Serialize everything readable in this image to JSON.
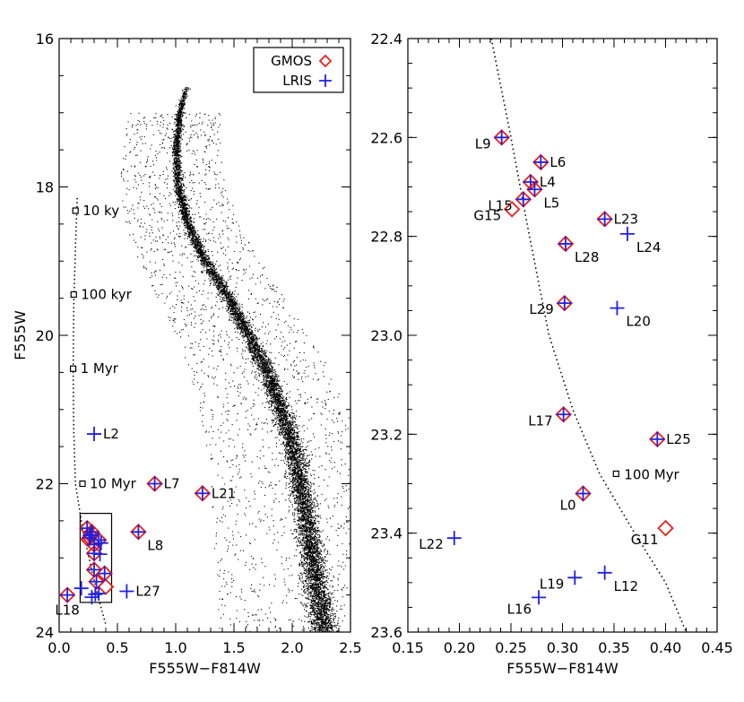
{
  "chart_data": [
    {
      "type": "scatter",
      "panel": "left",
      "xlabel": "F555W−F814W",
      "ylabel": "F555W",
      "xlim": [
        0.0,
        2.5
      ],
      "ylim": [
        24,
        16
      ],
      "y_inverted": true,
      "xticks": [
        "0.0",
        "0.5",
        "1.0",
        "1.5",
        "2.0",
        "2.5"
      ],
      "yticks": [
        "16",
        "18",
        "20",
        "22",
        "24"
      ],
      "legend": {
        "placement": "top-right",
        "entries": [
          {
            "label": "GMOS",
            "symbol": "diamond",
            "color": "#e8201a"
          },
          {
            "label": "LRIS",
            "symbol": "plus",
            "color": "#2020e0"
          }
        ]
      },
      "isochrone": [
        {
          "x": 0.155,
          "y": 18.15
        },
        {
          "x": 0.14,
          "y": 18.8
        },
        {
          "x": 0.125,
          "y": 19.6
        },
        {
          "x": 0.12,
          "y": 20.5
        },
        {
          "x": 0.125,
          "y": 21.3
        },
        {
          "x": 0.14,
          "y": 22.0
        },
        {
          "x": 0.2,
          "y": 22.6
        },
        {
          "x": 0.27,
          "y": 23.1
        },
        {
          "x": 0.33,
          "y": 23.5
        },
        {
          "x": 0.4,
          "y": 23.9
        }
      ],
      "age_markers": [
        {
          "label": "10 ky",
          "x": 0.14,
          "y": 18.32
        },
        {
          "label": "100 kyr",
          "x": 0.125,
          "y": 19.45
        },
        {
          "label": "1 Myr",
          "x": 0.12,
          "y": 20.45
        },
        {
          "label": "10 Myr",
          "x": 0.2,
          "y": 22.0
        }
      ],
      "main_sequence_ridge": [
        {
          "x": 1.1,
          "y": 16.6
        },
        {
          "x": 1.03,
          "y": 17.0
        },
        {
          "x": 1.0,
          "y": 17.5
        },
        {
          "x": 1.02,
          "y": 18.0
        },
        {
          "x": 1.1,
          "y": 18.5
        },
        {
          "x": 1.25,
          "y": 19.0
        },
        {
          "x": 1.45,
          "y": 19.5
        },
        {
          "x": 1.62,
          "y": 20.0
        },
        {
          "x": 1.78,
          "y": 20.5
        },
        {
          "x": 1.9,
          "y": 21.0
        },
        {
          "x": 2.0,
          "y": 21.5
        },
        {
          "x": 2.07,
          "y": 22.0
        },
        {
          "x": 2.12,
          "y": 22.5
        },
        {
          "x": 2.17,
          "y": 23.0
        },
        {
          "x": 2.22,
          "y": 23.5
        },
        {
          "x": 2.27,
          "y": 24.0
        }
      ],
      "zoom_box": {
        "x": [
          0.18,
          0.45
        ],
        "y": [
          22.4,
          23.6
        ]
      },
      "gmos": [
        {
          "x": 0.07,
          "y": 23.5
        },
        {
          "x": 0.82,
          "y": 22.0
        },
        {
          "x": 1.23,
          "y": 22.13
        },
        {
          "x": 0.68,
          "y": 22.65
        },
        {
          "x": 0.24,
          "y": 22.6
        },
        {
          "x": 0.28,
          "y": 22.65
        },
        {
          "x": 0.27,
          "y": 22.69
        },
        {
          "x": 0.27,
          "y": 22.7
        },
        {
          "x": 0.26,
          "y": 22.73
        },
        {
          "x": 0.25,
          "y": 22.75
        },
        {
          "x": 0.34,
          "y": 22.76
        },
        {
          "x": 0.3,
          "y": 22.82
        },
        {
          "x": 0.3,
          "y": 22.94
        },
        {
          "x": 0.3,
          "y": 23.16
        },
        {
          "x": 0.39,
          "y": 23.21
        },
        {
          "x": 0.32,
          "y": 23.32
        },
        {
          "x": 0.4,
          "y": 23.39
        }
      ],
      "lris": [
        {
          "x": 0.3,
          "y": 21.33
        },
        {
          "x": 0.07,
          "y": 23.5
        },
        {
          "x": 0.82,
          "y": 22.0
        },
        {
          "x": 1.23,
          "y": 22.13
        },
        {
          "x": 0.68,
          "y": 22.65
        },
        {
          "x": 0.58,
          "y": 23.45
        },
        {
          "x": 0.24,
          "y": 22.6
        },
        {
          "x": 0.28,
          "y": 22.65
        },
        {
          "x": 0.27,
          "y": 22.69
        },
        {
          "x": 0.27,
          "y": 22.7
        },
        {
          "x": 0.26,
          "y": 22.73
        },
        {
          "x": 0.34,
          "y": 22.76
        },
        {
          "x": 0.36,
          "y": 22.8
        },
        {
          "x": 0.3,
          "y": 22.82
        },
        {
          "x": 0.35,
          "y": 22.95
        },
        {
          "x": 0.3,
          "y": 22.94
        },
        {
          "x": 0.3,
          "y": 23.16
        },
        {
          "x": 0.39,
          "y": 23.21
        },
        {
          "x": 0.32,
          "y": 23.32
        },
        {
          "x": 0.19,
          "y": 23.41
        },
        {
          "x": 0.31,
          "y": 23.49
        },
        {
          "x": 0.34,
          "y": 23.48
        },
        {
          "x": 0.28,
          "y": 23.53
        }
      ],
      "labels": [
        {
          "text": "L2",
          "x": 0.3,
          "y": 21.33,
          "pos": "right"
        },
        {
          "text": "L7",
          "x": 0.82,
          "y": 22.0,
          "pos": "right"
        },
        {
          "text": "L21",
          "x": 1.23,
          "y": 22.13,
          "pos": "right"
        },
        {
          "text": "L8",
          "x": 0.68,
          "y": 22.65,
          "pos": "below-right"
        },
        {
          "text": "L27",
          "x": 0.58,
          "y": 23.45,
          "pos": "right"
        },
        {
          "text": "L18",
          "x": 0.07,
          "y": 23.5,
          "pos": "below"
        }
      ]
    },
    {
      "type": "scatter",
      "panel": "right",
      "xlabel": "F555W−F814W",
      "ylabel": "",
      "xlim": [
        0.15,
        0.45
      ],
      "ylim": [
        23.6,
        22.4
      ],
      "y_inverted": true,
      "xticks": [
        "0.15",
        "0.20",
        "0.25",
        "0.30",
        "0.35",
        "0.40",
        "0.45"
      ],
      "yticks": [
        "22.4",
        "22.6",
        "22.8",
        "23.0",
        "23.2",
        "23.4",
        "23.6"
      ],
      "isochrone": [
        {
          "x": 0.231,
          "y": 22.4
        },
        {
          "x": 0.25,
          "y": 22.6
        },
        {
          "x": 0.268,
          "y": 22.8
        },
        {
          "x": 0.287,
          "y": 23.0
        },
        {
          "x": 0.31,
          "y": 23.15
        },
        {
          "x": 0.336,
          "y": 23.28
        },
        {
          "x": 0.37,
          "y": 23.4
        },
        {
          "x": 0.4,
          "y": 23.5
        },
        {
          "x": 0.42,
          "y": 23.6
        }
      ],
      "age_markers": [
        {
          "label": "100 Myr",
          "x": 0.352,
          "y": 23.28
        }
      ],
      "stars": [
        {
          "label": "L9",
          "x": 0.241,
          "y": 22.6,
          "gmos": true,
          "lris": true,
          "pos": "left"
        },
        {
          "label": "L6",
          "x": 0.279,
          "y": 22.65,
          "gmos": true,
          "lris": true,
          "pos": "right"
        },
        {
          "label": "L4",
          "x": 0.269,
          "y": 22.69,
          "gmos": true,
          "lris": true,
          "pos": "right"
        },
        {
          "label": "L5",
          "x": 0.273,
          "y": 22.705,
          "gmos": true,
          "lris": true,
          "pos": "below-right"
        },
        {
          "label": "L15",
          "x": 0.262,
          "y": 22.725,
          "gmos": true,
          "lris": true,
          "pos": "left"
        },
        {
          "label": "G15",
          "x": 0.251,
          "y": 22.745,
          "gmos": true,
          "lris": false,
          "pos": "left"
        },
        {
          "label": "L23",
          "x": 0.341,
          "y": 22.765,
          "gmos": true,
          "lris": true,
          "pos": "right"
        },
        {
          "label": "L24",
          "x": 0.363,
          "y": 22.795,
          "gmos": false,
          "lris": true,
          "pos": "below-right"
        },
        {
          "label": "L28",
          "x": 0.303,
          "y": 22.815,
          "gmos": true,
          "lris": true,
          "pos": "below-right"
        },
        {
          "label": "L29",
          "x": 0.302,
          "y": 22.935,
          "gmos": true,
          "lris": true,
          "pos": "left"
        },
        {
          "label": "L20",
          "x": 0.353,
          "y": 22.945,
          "gmos": false,
          "lris": true,
          "pos": "below-right"
        },
        {
          "label": "L17",
          "x": 0.301,
          "y": 23.16,
          "gmos": true,
          "lris": true,
          "pos": "left"
        },
        {
          "label": "L25",
          "x": 0.392,
          "y": 23.21,
          "gmos": true,
          "lris": true,
          "pos": "right"
        },
        {
          "label": "L0",
          "x": 0.32,
          "y": 23.32,
          "gmos": true,
          "lris": true,
          "pos": "below-left"
        },
        {
          "label": "G11",
          "x": 0.4,
          "y": 23.39,
          "gmos": true,
          "lris": false,
          "pos": "below-left"
        },
        {
          "label": "L22",
          "x": 0.195,
          "y": 23.41,
          "gmos": false,
          "lris": true,
          "pos": "left"
        },
        {
          "label": "L19",
          "x": 0.312,
          "y": 23.49,
          "gmos": false,
          "lris": true,
          "pos": "left"
        },
        {
          "label": "L12",
          "x": 0.341,
          "y": 23.48,
          "gmos": false,
          "lris": true,
          "pos": "below-right"
        },
        {
          "label": "L16",
          "x": 0.277,
          "y": 23.53,
          "gmos": false,
          "lris": true,
          "pos": "below-left"
        }
      ]
    }
  ],
  "colors": {
    "gmos": "#e8201a",
    "lris": "#2020e0",
    "axis": "#000000",
    "points": "#000000"
  }
}
